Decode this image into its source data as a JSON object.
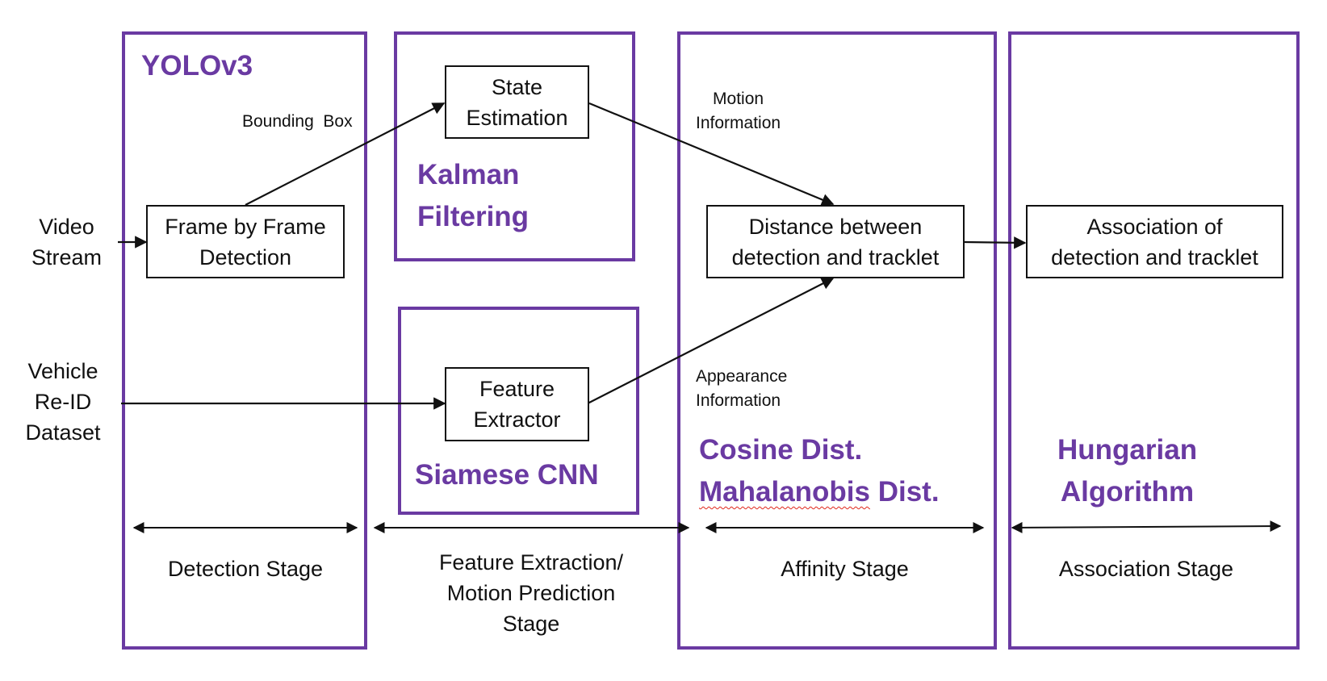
{
  "colors": {
    "module": "#6a3aa2",
    "stroke": "#111111"
  },
  "inputs": {
    "video_stream": [
      "Video",
      "Stream"
    ],
    "reid_dataset": [
      "Vehicle",
      "Re-ID",
      "Dataset"
    ]
  },
  "boxes": {
    "frame_detection": [
      "Frame by Frame",
      "Detection"
    ],
    "state_estimation": [
      "State",
      "Estimation"
    ],
    "feature_extractor": [
      "Feature",
      "Extractor"
    ],
    "distance": [
      "Distance between",
      "detection and tracklet"
    ],
    "association": [
      "Association of",
      "detection and tracklet"
    ]
  },
  "edge_labels": {
    "bounding_box": "Bounding  Box",
    "motion_info": [
      "Motion",
      "Information"
    ],
    "appearance_info": [
      "Appearance",
      "Information"
    ]
  },
  "modules": {
    "yolo": "YOLOv3",
    "kalman": [
      "Kalman",
      "Filtering"
    ],
    "siamese": "Siamese CNN",
    "cosine": "Cosine Dist.",
    "mahalanobis": [
      "Mahalanobis",
      " Dist."
    ],
    "hungarian": [
      "Hungarian",
      "Algorithm"
    ]
  },
  "stages": {
    "detection": "Detection Stage",
    "feature": [
      "Feature Extraction/",
      "Motion Prediction",
      "Stage"
    ],
    "affinity": "Affinity Stage",
    "association": "Association Stage"
  }
}
